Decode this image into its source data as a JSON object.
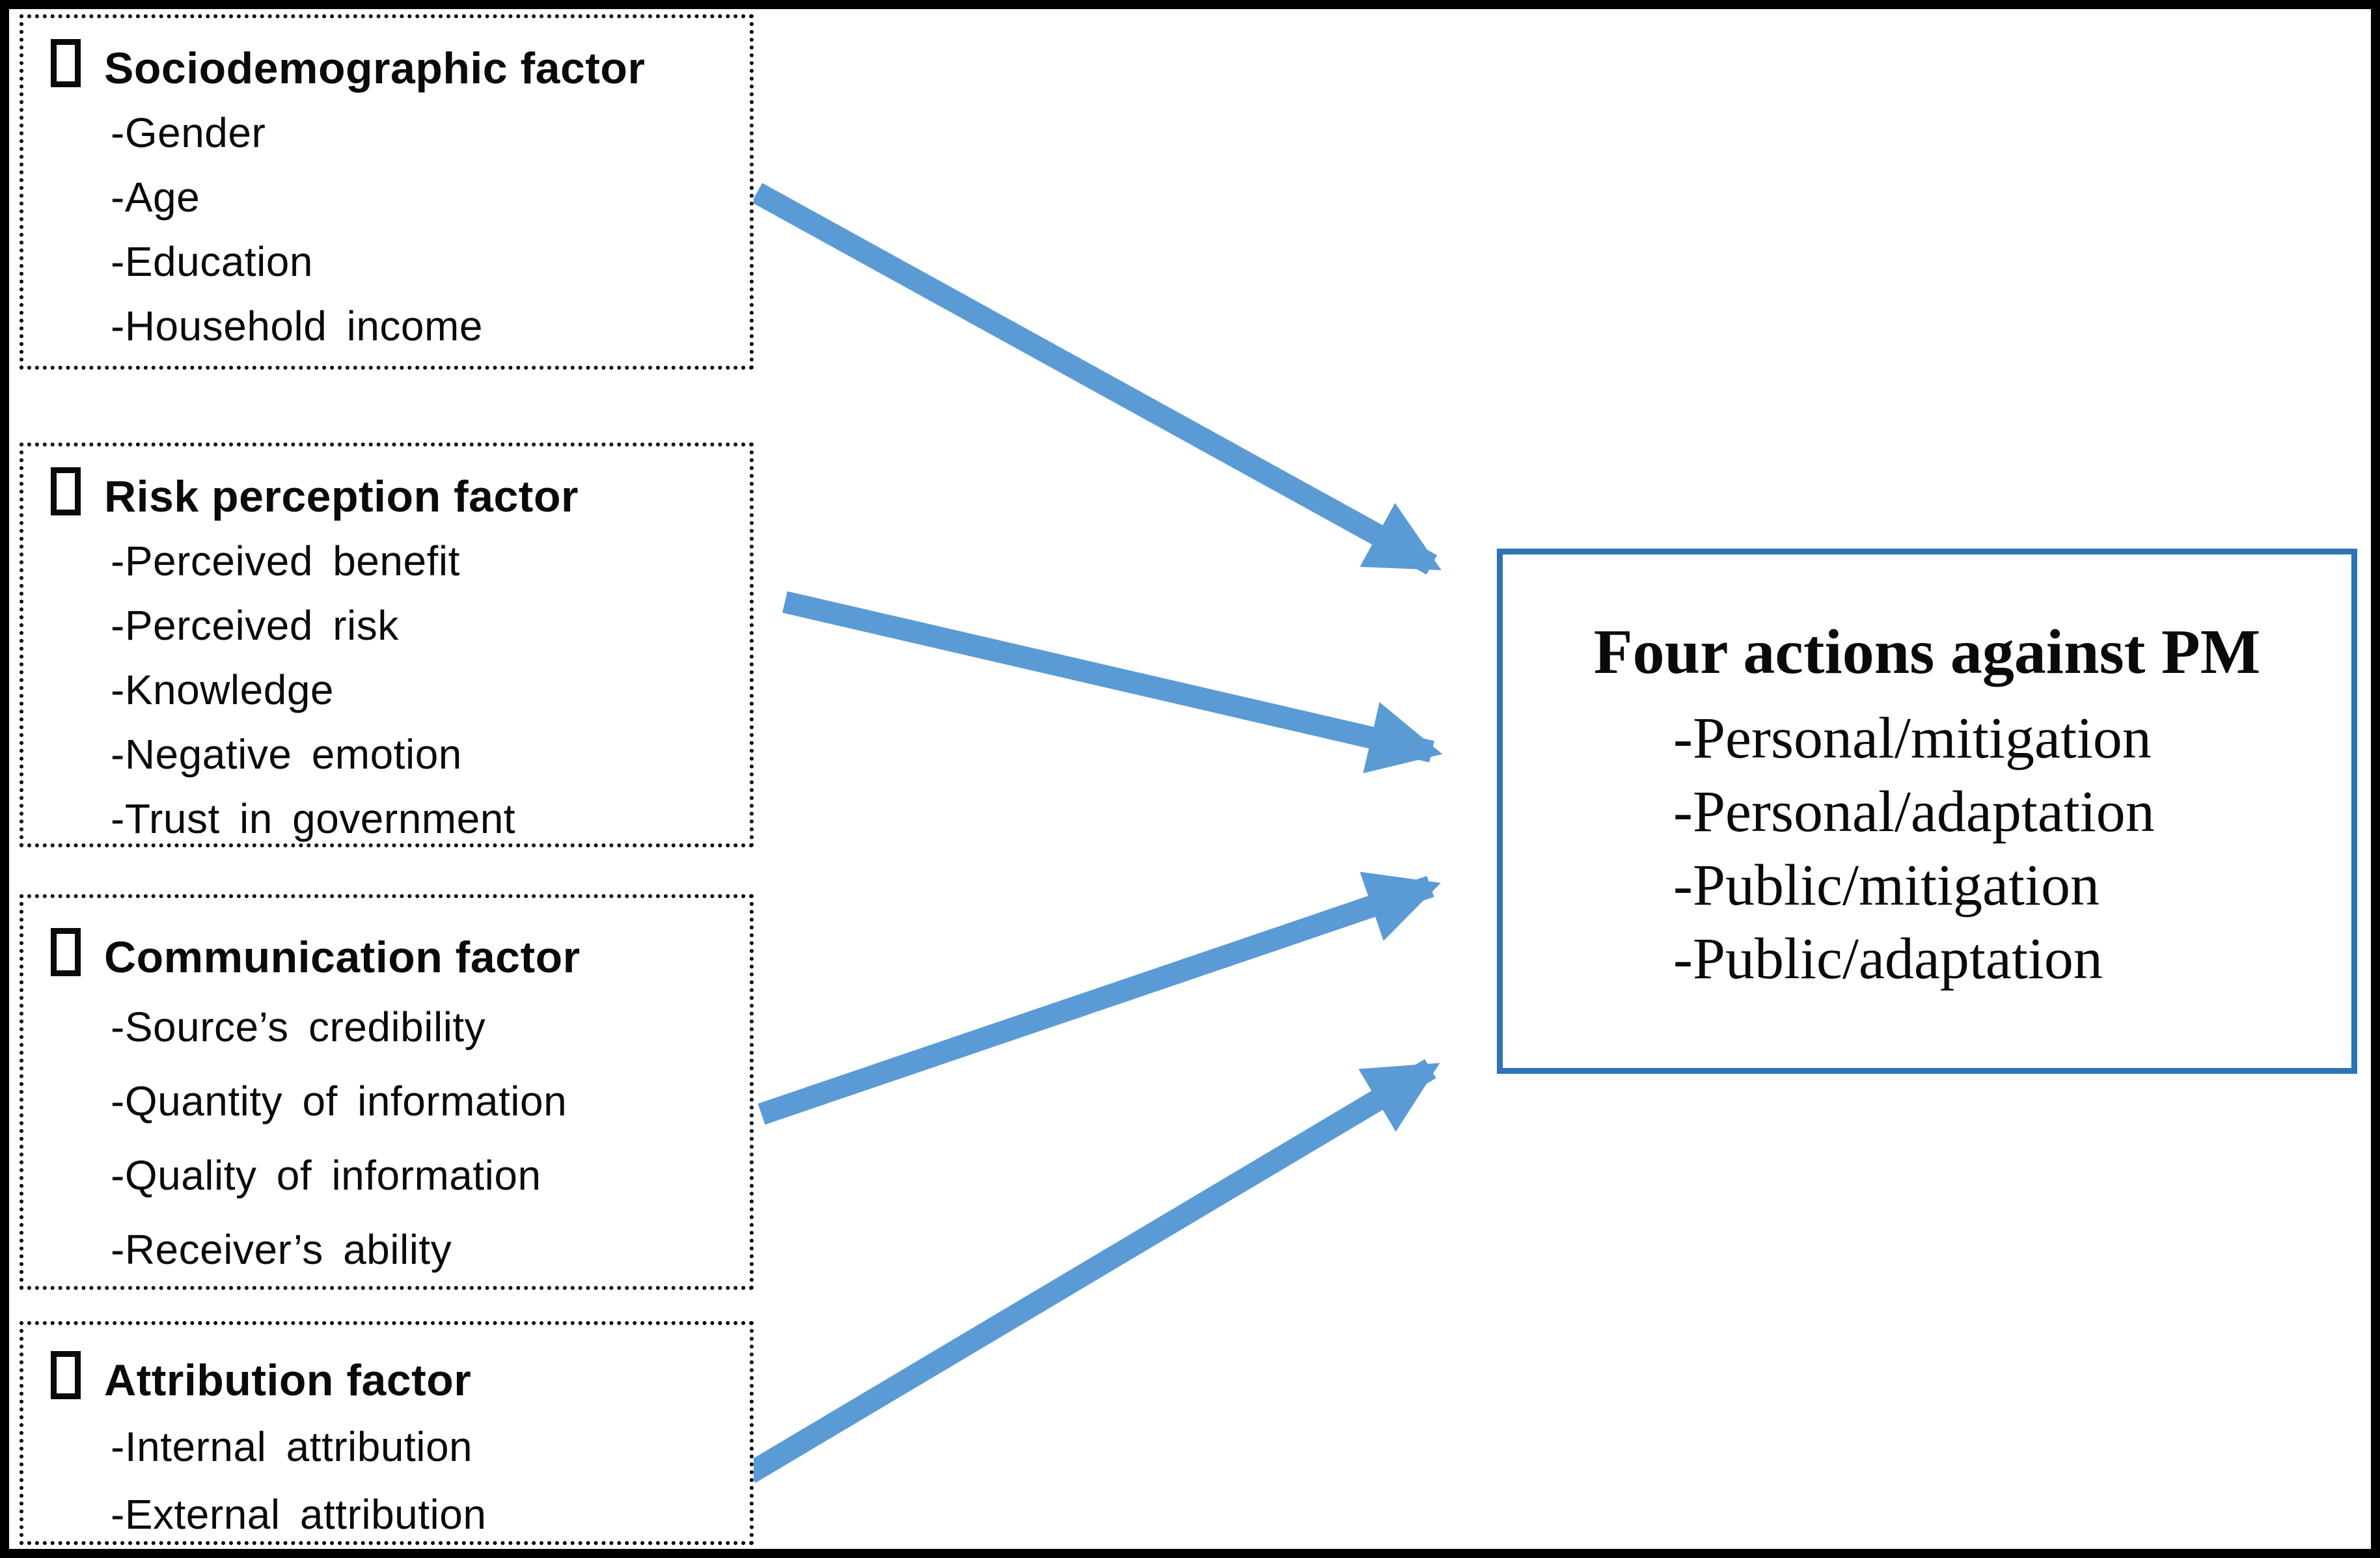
{
  "diagram": {
    "factor_boxes": [
      {
        "title": "Sociodemographic factor",
        "items": [
          "-Gender",
          "-Age",
          "-Education",
          "-Household income"
        ]
      },
      {
        "title": "Risk perception factor",
        "items": [
          "-Perceived benefit",
          "-Perceived risk",
          "-Knowledge",
          "-Negative emotion",
          "-Trust in government"
        ]
      },
      {
        "title": "Communication factor",
        "items": [
          "-Source’s credibility",
          "-Quantity of information",
          "-Quality of information",
          "-Receiver’s ability"
        ]
      },
      {
        "title": "Attribution factor",
        "items": [
          "-Internal attribution",
          "-External attribution"
        ]
      }
    ],
    "outcome_box": {
      "title": "Four actions against PM",
      "items": [
        "-Personal/mitigation",
        "-Personal/adaptation",
        "-Public/mitigation",
        "-Public/adaptation"
      ]
    },
    "icons": {
      "factor_bullet": "white-square"
    },
    "colors": {
      "arrow": "#5b9bd5",
      "outcome_border": "#2e74b5",
      "box_border": "#000000",
      "frame_border": "#000000",
      "background": "#ffffff"
    }
  }
}
